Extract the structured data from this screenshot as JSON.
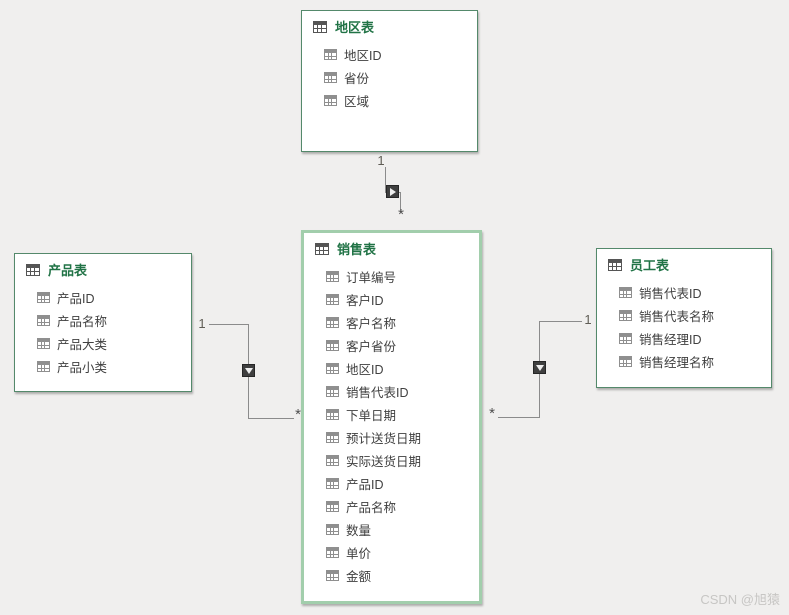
{
  "tables": [
    {
      "id": "region",
      "name": "地区表",
      "fields": [
        "地区ID",
        "省份",
        "区域"
      ]
    },
    {
      "id": "product",
      "name": "产品表",
      "fields": [
        "产品ID",
        "产品名称",
        "产品大类",
        "产品小类"
      ]
    },
    {
      "id": "sales",
      "name": "销售表",
      "selected": true,
      "fields": [
        "订单编号",
        "客户ID",
        "客户名称",
        "客户省份",
        "地区ID",
        "销售代表ID",
        "下单日期",
        "预计送货日期",
        "实际送货日期",
        "产品ID",
        "产品名称",
        "数量",
        "单价",
        "金额"
      ]
    },
    {
      "id": "employee",
      "name": "员工表",
      "fields": [
        "销售代表ID",
        "销售代表名称",
        "销售经理ID",
        "销售经理名称"
      ]
    }
  ],
  "relationships": [
    {
      "from": "地区表",
      "to": "销售表",
      "one_label": "1",
      "many_label": "*"
    },
    {
      "from": "产品表",
      "to": "销售表",
      "one_label": "1",
      "many_label": "*"
    },
    {
      "from": "员工表",
      "to": "销售表",
      "one_label": "1",
      "many_label": "*"
    }
  ],
  "watermark": "CSDN @旭猿",
  "colors": {
    "canvas_background": "#f0efee",
    "table_title_green": "#217346",
    "table_border_green": "#54896b",
    "selected_border_green": "#a2ceac",
    "field_text": "#404040",
    "connector_line": "#8b8b8b",
    "connector_box": "#3f3f3f"
  }
}
